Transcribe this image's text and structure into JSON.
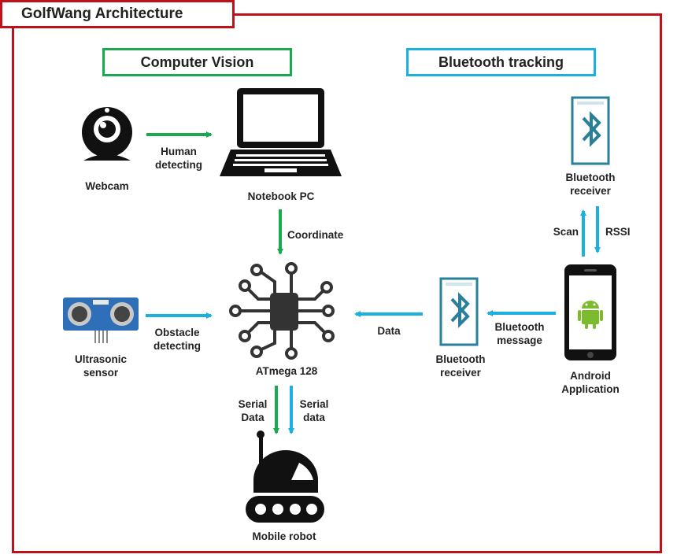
{
  "title": "GolfWang Architecture",
  "sections": {
    "computer_vision": "Computer Vision",
    "bluetooth_tracking": "Bluetooth tracking"
  },
  "nodes": {
    "webcam": "Webcam",
    "notebook": "Notebook PC",
    "ultrasonic": "Ultrasonic\nsensor",
    "atmega": "ATmega 128",
    "bt_receiver_mid": "Bluetooth\nreceiver",
    "bt_receiver_top": "Bluetooth\nreceiver",
    "android": "Android\nApplication",
    "robot": "Mobile robot"
  },
  "edges": {
    "human_detecting": "Human\ndetecting",
    "coordinate": "Coordinate",
    "obstacle_detecting": "Obstacle\ndetecting",
    "data": "Data",
    "bluetooth_message": "Bluetooth\nmessage",
    "scan": "Scan",
    "rssi": "RSSI",
    "serial_data_left": "Serial\nData",
    "serial_data_right": "Serial\ndata"
  },
  "colors": {
    "frame": "#c0101a",
    "green": "#1aa850",
    "blue": "#1ab0e0",
    "android_green": "#7dbb2e"
  }
}
